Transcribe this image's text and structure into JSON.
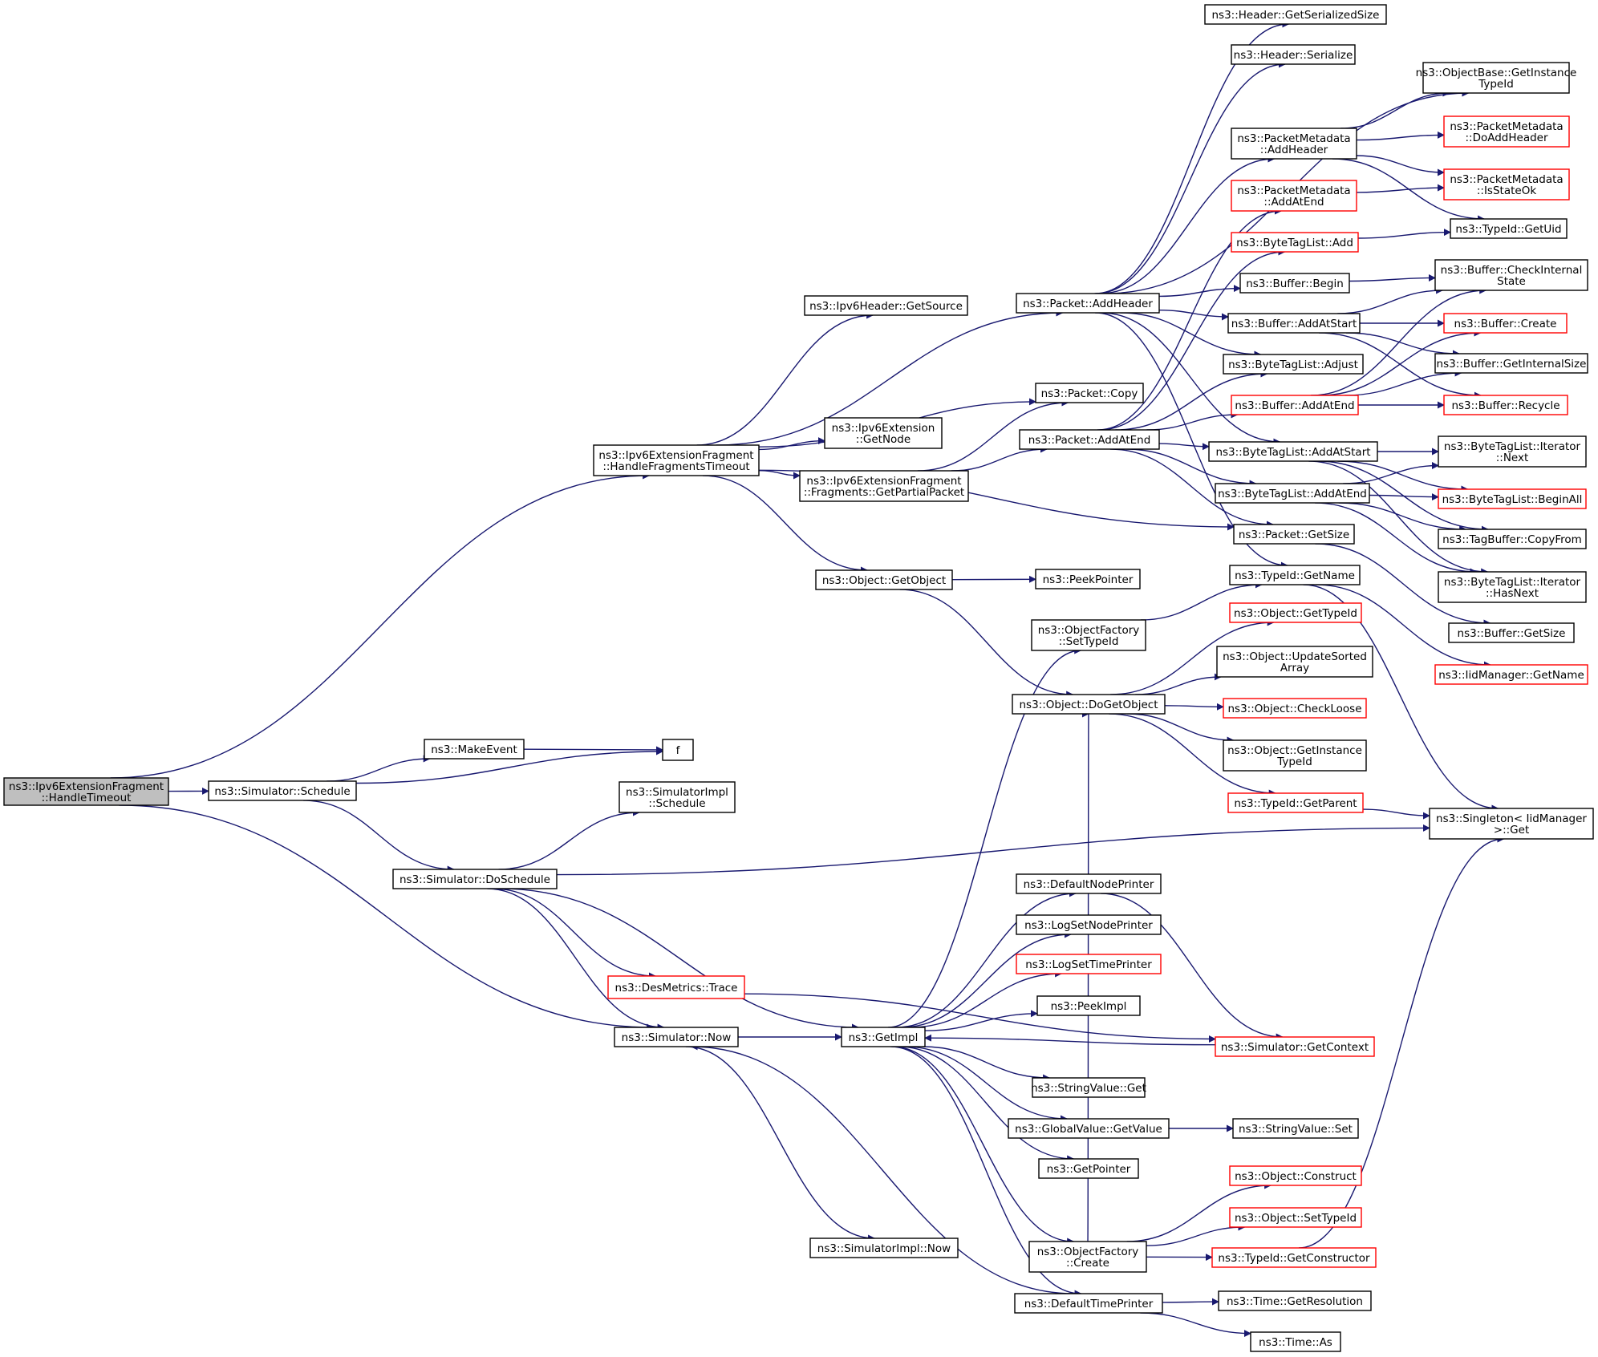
{
  "colors": {
    "edge": "#191970",
    "box_border": "#000000",
    "box_border_link_broken": "#ff0000",
    "root_fill": "#bfbfbf",
    "box_fill": "#ffffff"
  },
  "nodes": {
    "root": {
      "lines": [
        "ns3::Ipv6ExtensionFragment",
        "::HandleTimeout"
      ],
      "style": "root"
    },
    "hft": {
      "lines": [
        "ns3::Ipv6ExtensionFragment",
        "::HandleFragmentsTimeout"
      ],
      "style": "normal"
    },
    "schedule": {
      "lines": [
        "ns3::Simulator::Schedule"
      ],
      "style": "normal"
    },
    "now": {
      "lines": [
        "ns3::Simulator::Now"
      ],
      "style": "normal"
    },
    "makeevent": {
      "lines": [
        "ns3::MakeEvent"
      ],
      "style": "normal"
    },
    "f": {
      "lines": [
        "f"
      ],
      "style": "normal"
    },
    "simimplsched": {
      "lines": [
        "ns3::SimulatorImpl",
        "::Schedule"
      ],
      "style": "normal"
    },
    "doschedule": {
      "lines": [
        "ns3::Simulator::DoSchedule"
      ],
      "style": "normal"
    },
    "desmetrics": {
      "lines": [
        "ns3::DesMetrics::Trace"
      ],
      "style": "red"
    },
    "getimpl": {
      "lines": [
        "ns3::GetImpl"
      ],
      "style": "normal"
    },
    "simimplnow": {
      "lines": [
        "ns3::SimulatorImpl::Now"
      ],
      "style": "normal"
    },
    "getsource": {
      "lines": [
        "ns3::Ipv6Header::GetSource"
      ],
      "style": "normal"
    },
    "addheader": {
      "lines": [
        "ns3::Packet::AddHeader"
      ],
      "style": "normal"
    },
    "pktcopy": {
      "lines": [
        "ns3::Packet::Copy"
      ],
      "style": "normal"
    },
    "getnode": {
      "lines": [
        "ns3::Ipv6Extension",
        "::GetNode"
      ],
      "style": "normal"
    },
    "getpartial": {
      "lines": [
        "ns3::Ipv6ExtensionFragment",
        "::Fragments::GetPartialPacket"
      ],
      "style": "normal"
    },
    "pktaddatend": {
      "lines": [
        "ns3::Packet::AddAtEnd"
      ],
      "style": "normal"
    },
    "getobject": {
      "lines": [
        "ns3::Object::GetObject"
      ],
      "style": "normal"
    },
    "peekpointer": {
      "lines": [
        "ns3::PeekPointer"
      ],
      "style": "normal"
    },
    "ofsettypeid": {
      "lines": [
        "ns3::ObjectFactory",
        "::SetTypeId"
      ],
      "style": "normal"
    },
    "dogetobject": {
      "lines": [
        "ns3::Object::DoGetObject"
      ],
      "style": "normal"
    },
    "hdrgetser": {
      "lines": [
        "ns3::Header::GetSerializedSize"
      ],
      "style": "normal"
    },
    "hdrser": {
      "lines": [
        "ns3::Header::Serialize"
      ],
      "style": "normal"
    },
    "pmaddheader": {
      "lines": [
        "ns3::PacketMetadata",
        "::AddHeader"
      ],
      "style": "normal"
    },
    "pmaddatend": {
      "lines": [
        "ns3::PacketMetadata",
        "::AddAtEnd"
      ],
      "style": "red"
    },
    "btladd": {
      "lines": [
        "ns3::ByteTagList::Add"
      ],
      "style": "red"
    },
    "bufbegin": {
      "lines": [
        "ns3::Buffer::Begin"
      ],
      "style": "normal"
    },
    "bufaddatstart": {
      "lines": [
        "ns3::Buffer::AddAtStart"
      ],
      "style": "normal"
    },
    "btladjust": {
      "lines": [
        "ns3::ByteTagList::Adjust"
      ],
      "style": "normal"
    },
    "bufaddatend": {
      "lines": [
        "ns3::Buffer::AddAtEnd"
      ],
      "style": "red"
    },
    "btladdatstart": {
      "lines": [
        "ns3::ByteTagList::AddAtStart"
      ],
      "style": "normal"
    },
    "btladdatend": {
      "lines": [
        "ns3::ByteTagList::AddAtEnd"
      ],
      "style": "normal"
    },
    "pktgetsize": {
      "lines": [
        "ns3::Packet::GetSize"
      ],
      "style": "normal"
    },
    "typeidgetname": {
      "lines": [
        "ns3::TypeId::GetName"
      ],
      "style": "normal"
    },
    "objgettypeid": {
      "lines": [
        "ns3::Object::GetTypeId"
      ],
      "style": "red"
    },
    "objupdsorted": {
      "lines": [
        "ns3::Object::UpdateSorted",
        "Array"
      ],
      "style": "normal"
    },
    "objcheckloose": {
      "lines": [
        "ns3::Object::CheckLoose"
      ],
      "style": "red"
    },
    "objgetinst": {
      "lines": [
        "ns3::Object::GetInstance",
        "TypeId"
      ],
      "style": "normal"
    },
    "typeidgetparent": {
      "lines": [
        "ns3::TypeId::GetParent"
      ],
      "style": "red"
    },
    "obgetinst": {
      "lines": [
        "ns3::ObjectBase::GetInstance",
        "TypeId"
      ],
      "style": "normal"
    },
    "pmdoadd": {
      "lines": [
        "ns3::PacketMetadata",
        "::DoAddHeader"
      ],
      "style": "red"
    },
    "pmisstate": {
      "lines": [
        "ns3::PacketMetadata",
        "::IsStateOk"
      ],
      "style": "red"
    },
    "typeidgetuid": {
      "lines": [
        "ns3::TypeId::GetUid"
      ],
      "style": "normal"
    },
    "bufcheck": {
      "lines": [
        "ns3::Buffer::CheckInternal",
        "State"
      ],
      "style": "normal"
    },
    "bufcreate": {
      "lines": [
        "ns3::Buffer::Create"
      ],
      "style": "red"
    },
    "bufgetint": {
      "lines": [
        "ns3::Buffer::GetInternalSize"
      ],
      "style": "normal"
    },
    "bufrecycle": {
      "lines": [
        "ns3::Buffer::Recycle"
      ],
      "style": "red"
    },
    "btlitnext": {
      "lines": [
        "ns3::ByteTagList::Iterator",
        "::Next"
      ],
      "style": "normal"
    },
    "btlbeginall": {
      "lines": [
        "ns3::ByteTagList::BeginAll"
      ],
      "style": "red"
    },
    "tagcopy": {
      "lines": [
        "ns3::TagBuffer::CopyFrom"
      ],
      "style": "normal"
    },
    "btlithasnext": {
      "lines": [
        "ns3::ByteTagList::Iterator",
        "::HasNext"
      ],
      "style": "normal"
    },
    "bufgetsize": {
      "lines": [
        "ns3::Buffer::GetSize"
      ],
      "style": "normal"
    },
    "iidgetname": {
      "lines": [
        "ns3::IidManager::GetName"
      ],
      "style": "red"
    },
    "singleton": {
      "lines": [
        "ns3::Singleton< IidManager",
        ">::Get"
      ],
      "style": "normal"
    },
    "defnodeprinter": {
      "lines": [
        "ns3::DefaultNodePrinter"
      ],
      "style": "normal"
    },
    "logsetnode": {
      "lines": [
        "ns3::LogSetNodePrinter"
      ],
      "style": "normal"
    },
    "logsettime": {
      "lines": [
        "ns3::LogSetTimePrinter"
      ],
      "style": "red"
    },
    "peekimpl": {
      "lines": [
        "ns3::PeekImpl"
      ],
      "style": "normal"
    },
    "simgetctx": {
      "lines": [
        "ns3::Simulator::GetContext"
      ],
      "style": "red"
    },
    "strget": {
      "lines": [
        "ns3::StringValue::Get"
      ],
      "style": "normal"
    },
    "gvgetvalue": {
      "lines": [
        "ns3::GlobalValue::GetValue"
      ],
      "style": "normal"
    },
    "strset": {
      "lines": [
        "ns3::StringValue::Set"
      ],
      "style": "normal"
    },
    "getpointer": {
      "lines": [
        "ns3::GetPointer"
      ],
      "style": "normal"
    },
    "objconstruct": {
      "lines": [
        "ns3::Object::Construct"
      ],
      "style": "red"
    },
    "objsettypeid": {
      "lines": [
        "ns3::Object::SetTypeId"
      ],
      "style": "red"
    },
    "ofcreate": {
      "lines": [
        "ns3::ObjectFactory",
        "::Create"
      ],
      "style": "normal"
    },
    "typeidgetctor": {
      "lines": [
        "ns3::TypeId::GetConstructor"
      ],
      "style": "red"
    },
    "deftimeprinter": {
      "lines": [
        "ns3::DefaultTimePrinter"
      ],
      "style": "normal"
    },
    "timegetres": {
      "lines": [
        "ns3::Time::GetResolution"
      ],
      "style": "normal"
    },
    "timeas": {
      "lines": [
        "ns3::Time::As"
      ],
      "style": "normal"
    }
  }
}
